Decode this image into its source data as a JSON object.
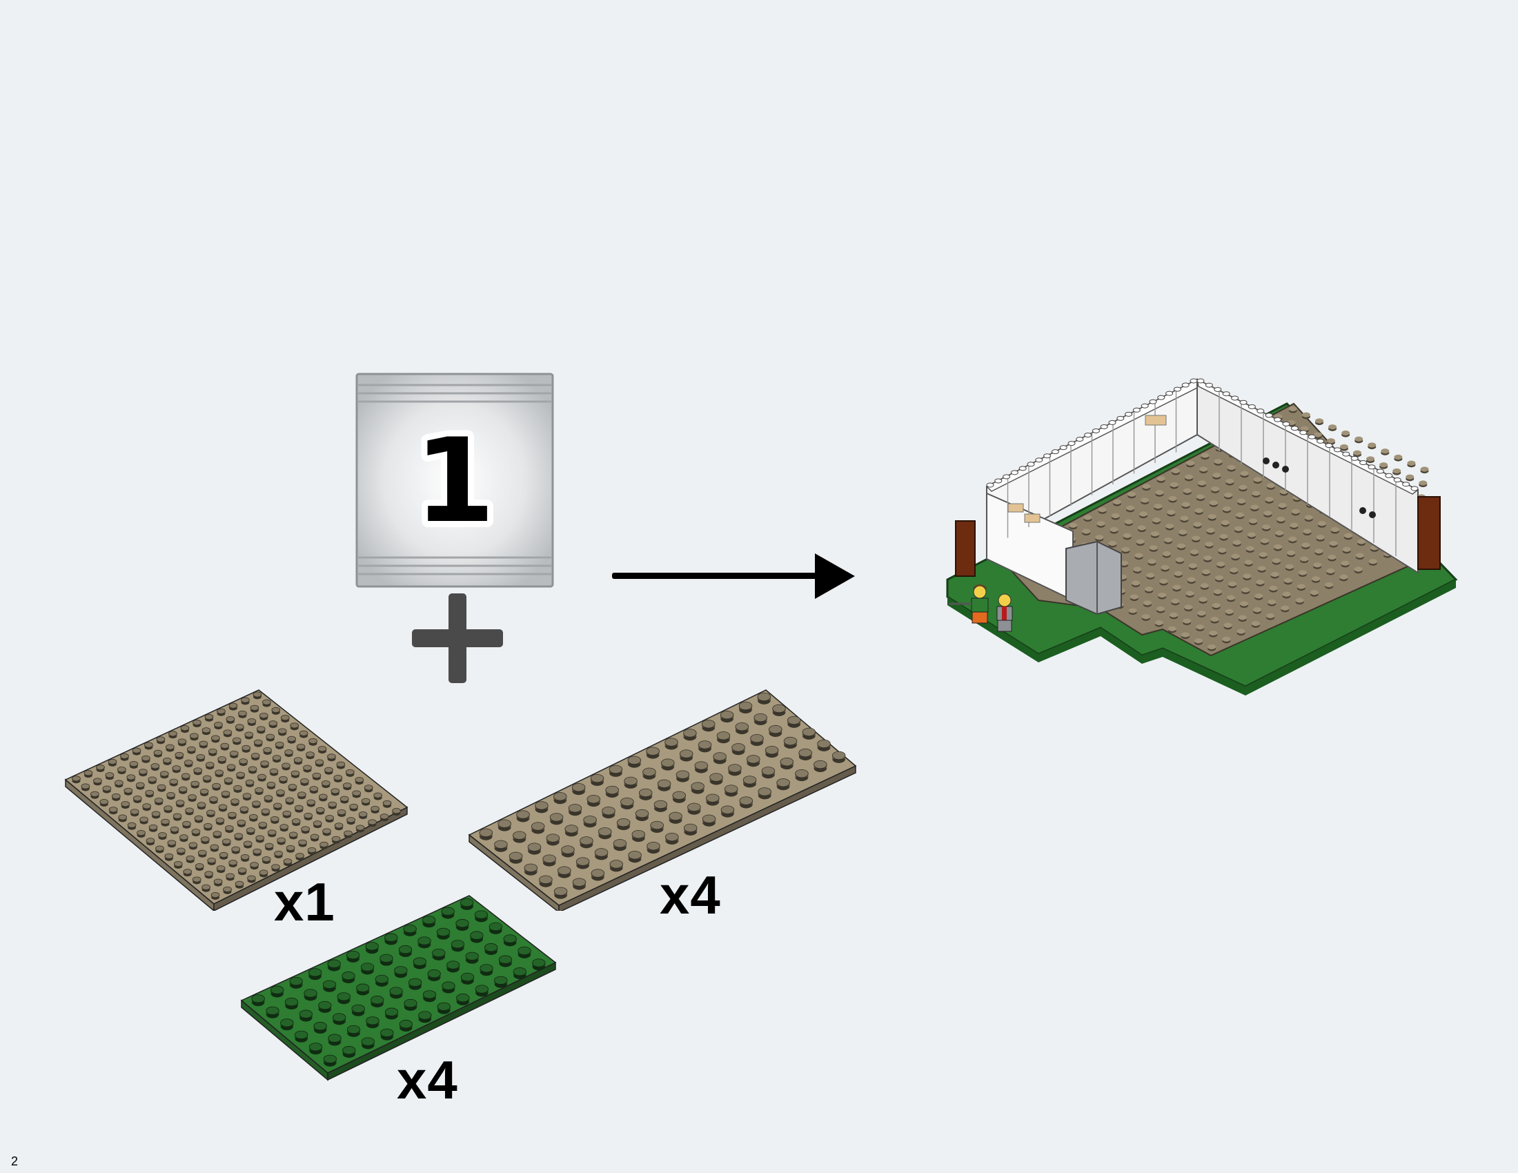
{
  "page": {
    "number": "2"
  },
  "bag": {
    "number": "1"
  },
  "parts": [
    {
      "name": "tan-plate-16x16",
      "quantity": "x1",
      "color": "#a89a7e"
    },
    {
      "name": "tan-plate-6x16",
      "quantity": "x4",
      "color": "#a89a7e"
    },
    {
      "name": "green-plate-6x12",
      "quantity": "x4",
      "color": "#2e7d32"
    }
  ],
  "colors": {
    "background": "#edf1f4",
    "tan": "#a89a7e",
    "green": "#2e7d32",
    "plus": "#4a4a4a",
    "arrow": "#000000"
  },
  "icons": {
    "plus": "plus-icon",
    "arrow": "arrow-right-icon"
  }
}
